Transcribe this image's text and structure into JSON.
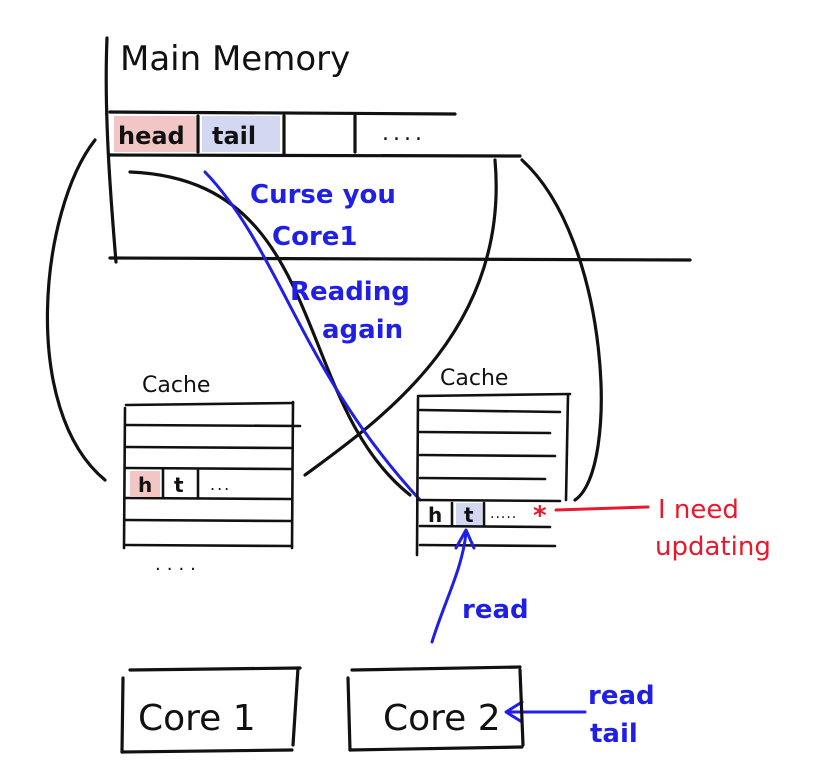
{
  "colors": {
    "ink": "#111111",
    "blue": "#1f1fe6",
    "red": "#e8192c",
    "head_fill": "#f3c6c6",
    "tail_fill": "#d4d7f2"
  },
  "main_memory": {
    "title": "Main Memory",
    "slots": [
      "head",
      "tail",
      "",
      "...."
    ]
  },
  "caches": [
    {
      "label": "Cache",
      "cells": [
        "h",
        "t",
        "..."
      ],
      "more": "...."
    },
    {
      "label": "Cache",
      "cells": [
        "h",
        "t",
        "....."
      ]
    }
  ],
  "annotations": {
    "curse_line1": "Curse you",
    "curse_line2": "Core1",
    "reading_line1": "Reading",
    "reading_line2": "again",
    "need_line1": "I need",
    "need_line2": "updating",
    "need_marker": "*",
    "read": "read",
    "read_tail_line1": "read",
    "read_tail_line2": "tail"
  },
  "cores": [
    {
      "label": "Core 1"
    },
    {
      "label": "Core 2"
    }
  ]
}
